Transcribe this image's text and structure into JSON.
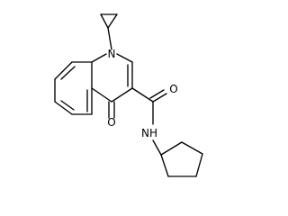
{
  "molecule": {
    "atoms": {
      "n1": "N",
      "o1": "O",
      "o2": "O",
      "nh": "NH"
    }
  }
}
